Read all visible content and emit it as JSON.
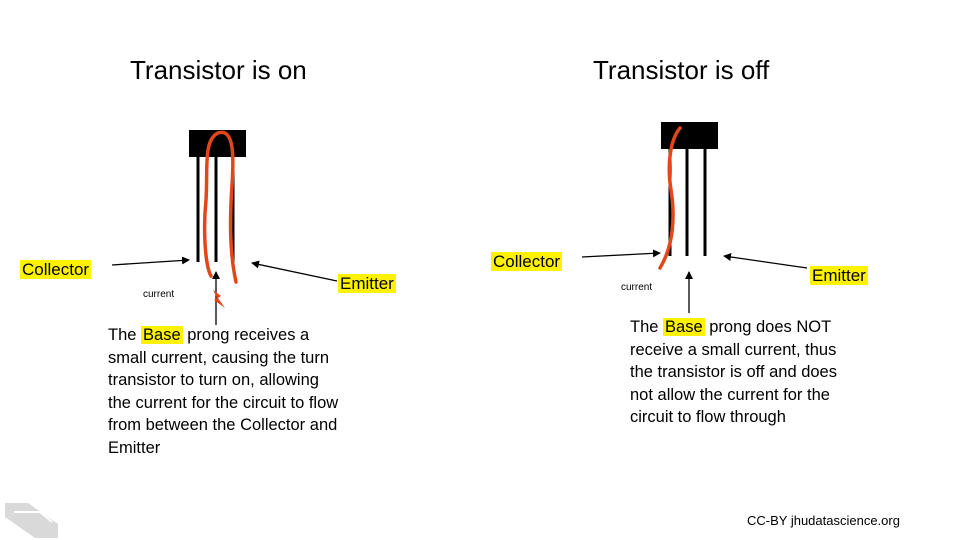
{
  "left": {
    "title": "Transistor is on",
    "collector_label": "Collector",
    "emitter_label": "Emitter",
    "current_label": "current",
    "description": {
      "prefix": "The ",
      "highlight": "Base",
      "rest": " prong receives a small current, causing the turn transistor to turn on, allowing the current for the circuit to flow from between the Collector and Emitter"
    }
  },
  "right": {
    "title": "Transistor is off",
    "collector_label": "Collector",
    "emitter_label": "Emitter",
    "current_label": "current",
    "description": {
      "prefix": "The ",
      "highlight": "Base",
      "rest": " prong does NOT receive a small current, thus the transistor is off and does not allow the current for the circuit to flow through"
    }
  },
  "credit": "CC-BY jhudatascience.org",
  "colors": {
    "highlight": "#fff200",
    "wire": "#e2471b",
    "body": "#000000",
    "logo": "#d9d9d9"
  }
}
